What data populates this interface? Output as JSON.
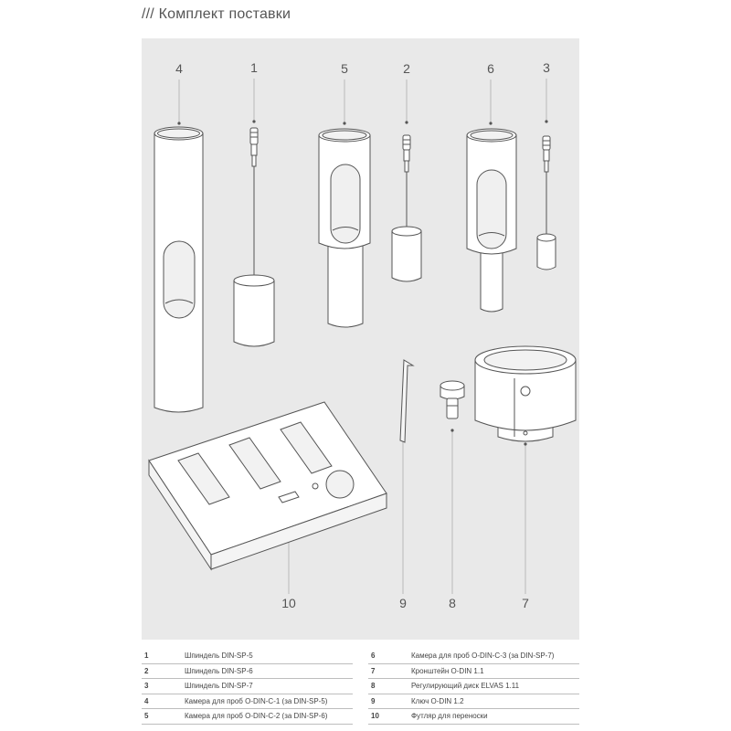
{
  "page": {
    "title": "/// Комплект поставки"
  },
  "figure": {
    "callouts": [
      "4",
      "1",
      "5",
      "2",
      "6",
      "3",
      "10",
      "9",
      "8",
      "7"
    ]
  },
  "legend": {
    "left": [
      {
        "num": "1",
        "text": "Шпиндель DIN-SP-5"
      },
      {
        "num": "2",
        "text": "Шпиндель DIN-SP-6"
      },
      {
        "num": "3",
        "text": "Шпиндель DIN-SP-7"
      },
      {
        "num": "4",
        "text": "Камера для проб O-DIN-C-1 (за DIN-SP-5)"
      },
      {
        "num": "5",
        "text": "Камера для проб O-DIN-C-2 (за DIN-SP-6)"
      }
    ],
    "right": [
      {
        "num": "6",
        "text": "Камера для проб O-DIN-C-3 (за DIN-SP-7)"
      },
      {
        "num": "7",
        "text": "Кронштейн O-DIN 1.1"
      },
      {
        "num": "8",
        "text": "Регулирующий диск ELVAS 1.11"
      },
      {
        "num": "9",
        "text": "Ключ O-DIN 1.2"
      },
      {
        "num": "10",
        "text": "Футляр для переноски"
      }
    ]
  }
}
